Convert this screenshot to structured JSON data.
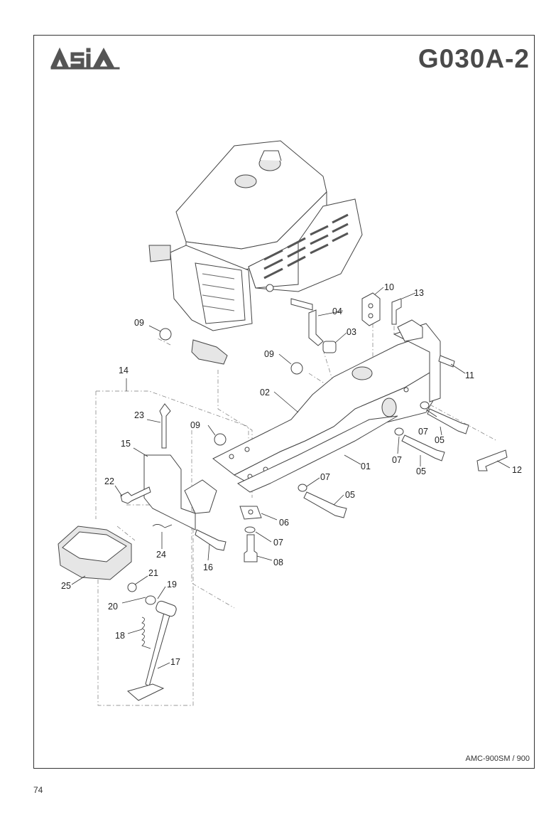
{
  "header": {
    "brand_logo": "ASIA",
    "diagram_code": "G030A-2"
  },
  "footer": {
    "model": "AMC-900SM / 900",
    "page_number": "74"
  },
  "callouts": {
    "p01": "01",
    "p02": "02",
    "p03": "03",
    "p04": "04",
    "p05a": "05",
    "p05b": "05",
    "p05c": "05",
    "p06": "06",
    "p07a": "07",
    "p07b": "07",
    "p07c": "07",
    "p07d": "07",
    "p08": "08",
    "p09a": "09",
    "p09b": "09",
    "p09c": "09",
    "p10": "10",
    "p11": "11",
    "p12": "12",
    "p13": "13",
    "p14": "14",
    "p15": "15",
    "p16": "16",
    "p17": "17",
    "p18": "18",
    "p19": "19",
    "p20": "20",
    "p21": "21",
    "p22": "22",
    "p23": "23",
    "p24": "24",
    "p25": "25"
  },
  "icons": {
    "logo": "asia-logo",
    "engine": "engine-illustration"
  }
}
